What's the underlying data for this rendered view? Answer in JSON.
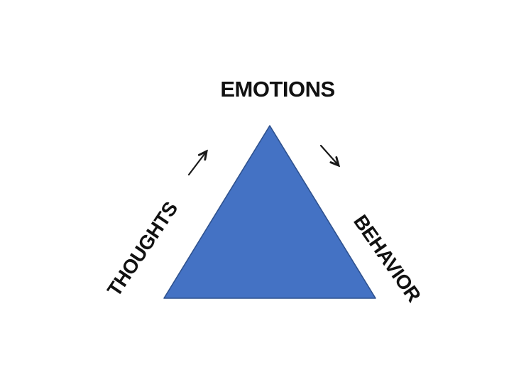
{
  "diagram": {
    "type": "triangle-cycle-diagram",
    "nodes": [
      {
        "id": "emotions",
        "label": "EMOTIONS",
        "position": "top"
      },
      {
        "id": "thoughts",
        "label": "THOUGHTS",
        "position": "bottom-left",
        "rotation_deg": -56
      },
      {
        "id": "behavior",
        "label": "BEHAVIOR",
        "position": "bottom-right",
        "rotation_deg": 55
      }
    ],
    "arrows": [
      {
        "id": "thoughts-to-emotions",
        "direction": "up-right",
        "glyph": "↗"
      },
      {
        "id": "emotions-to-behavior",
        "direction": "down-right",
        "glyph": "↘"
      }
    ],
    "colors": {
      "triangle_fill": "#4472C4",
      "triangle_border": "#2F528F",
      "arrow_stroke": "#1a1a1a",
      "text": "#111111",
      "background": "#FFFFFF"
    }
  }
}
